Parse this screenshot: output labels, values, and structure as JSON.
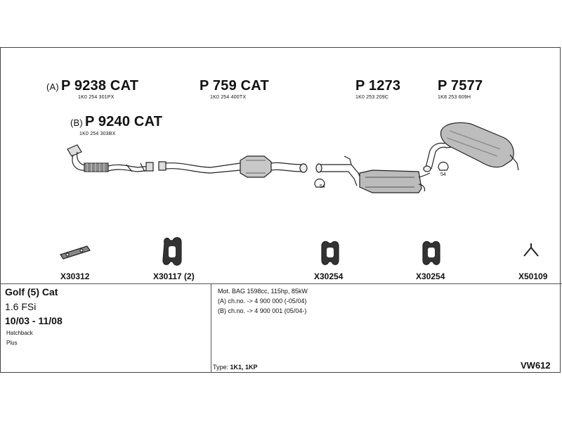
{
  "parts": [
    {
      "variant": "(A)",
      "number": "P 9238 CAT",
      "oe": "1K0 254 301PX"
    },
    {
      "variant": "(B)",
      "number": "P 9240 CAT",
      "oe": "1K0 254 303BX"
    },
    {
      "variant": "",
      "number": "P 759 CAT",
      "oe": "1K0 254 400TX"
    },
    {
      "variant": "",
      "number": "P 1273",
      "oe": "1K0 253 209C"
    },
    {
      "variant": "",
      "number": "P 7577",
      "oe": "1K8 253 609H"
    }
  ],
  "clamp_labels": [
    "54",
    "54"
  ],
  "accessories": [
    {
      "code": "X30312",
      "icon": "mounting-bracket-icon"
    },
    {
      "code": "X30117 (2)",
      "icon": "rubber-hanger-icon"
    },
    {
      "code": "X30254",
      "icon": "rubber-hanger-icon"
    },
    {
      "code": "X30254",
      "icon": "rubber-hanger-icon"
    },
    {
      "code": "X50109",
      "icon": "bracket-clip-icon"
    }
  ],
  "vehicle": {
    "model": "Golf (5) Cat",
    "engine": "1.6 FSi",
    "years": "10/03 - 11/08",
    "body_lines": [
      "Hatchback",
      "Plus"
    ]
  },
  "info": {
    "lines": [
      "Mot. BAG 1598cc, 115hp, 85kW",
      "(A) ch.no. -> 4 900 000 (-05/04)",
      "(B) ch.no. -> 4 900 001 (05/04-)"
    ],
    "type_label": "Type:",
    "type_value": "1K1, 1KP"
  },
  "ref_code": "VW612"
}
